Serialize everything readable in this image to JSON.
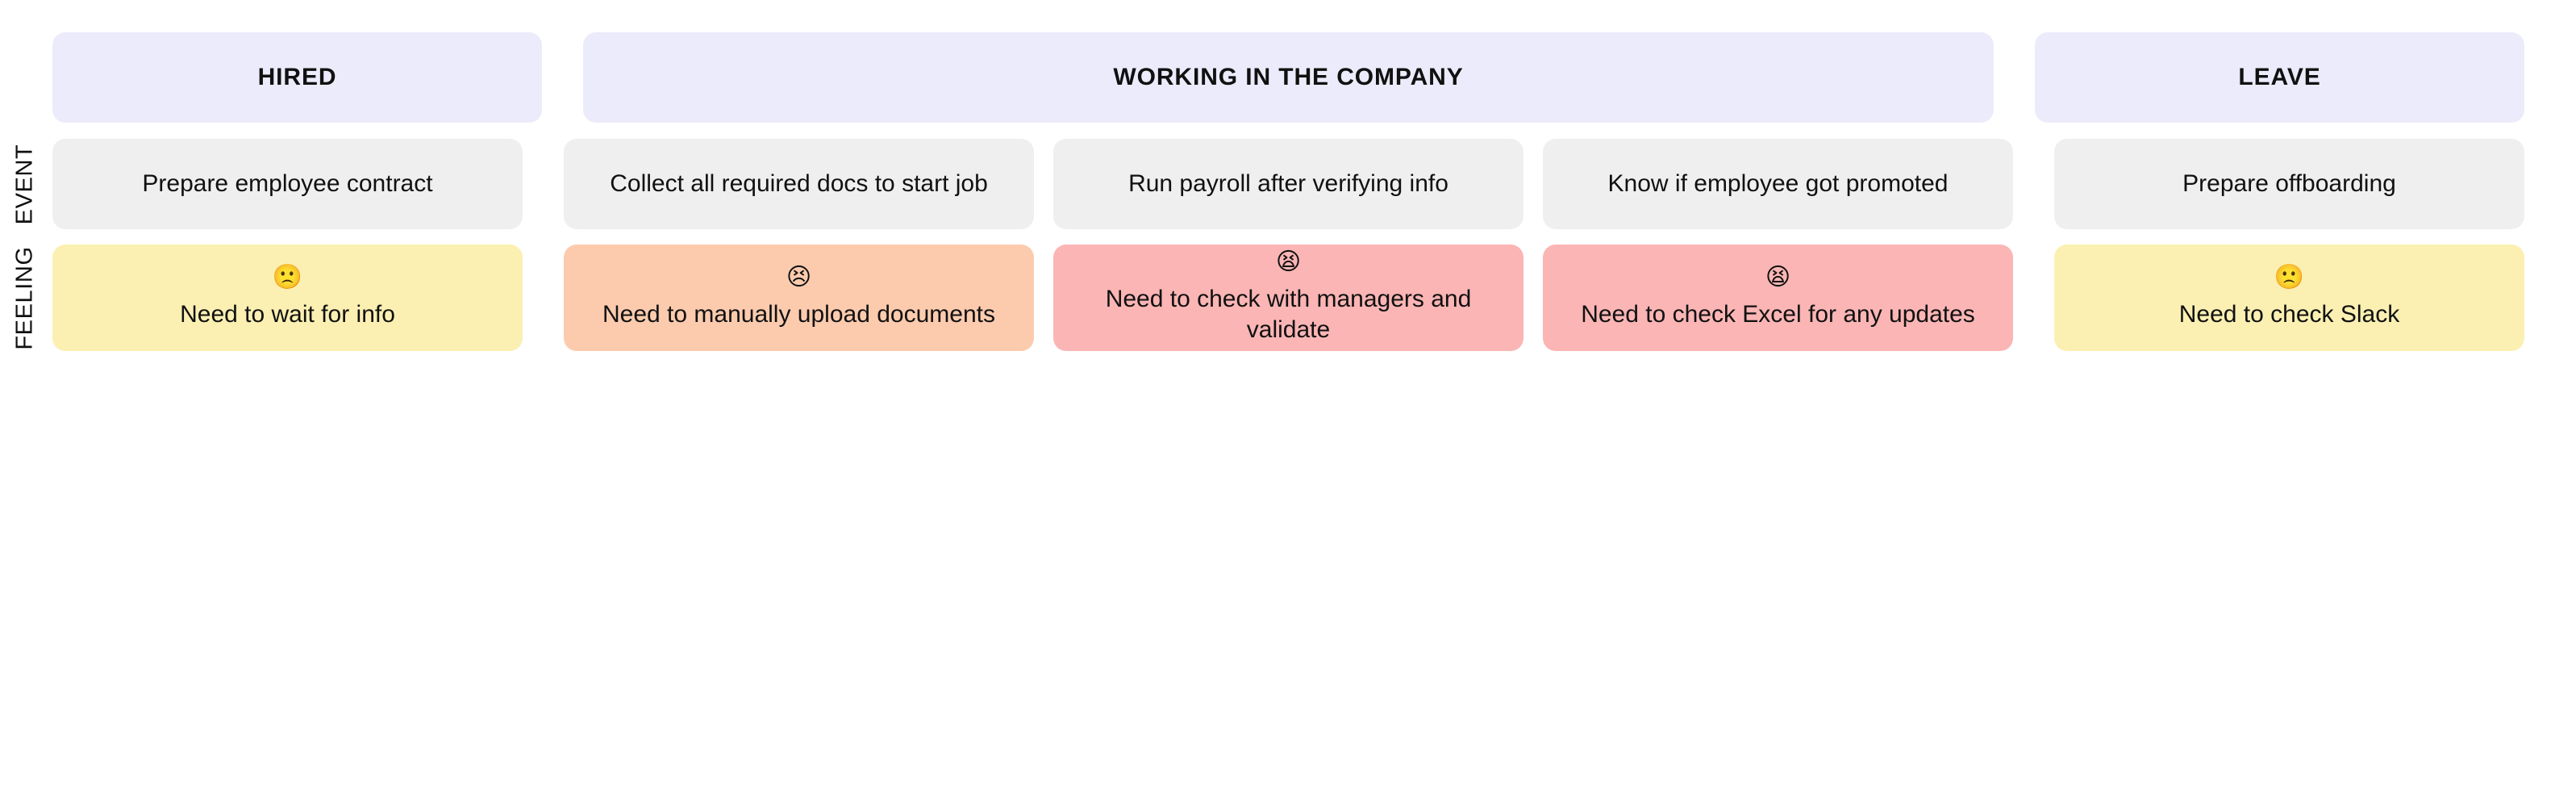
{
  "row_labels": {
    "event": "EVENT",
    "feeling": "FEELING"
  },
  "colors": {
    "background": "#ffffff",
    "phase_header": "#ecebfb",
    "event_card": "#efefef",
    "feeling_yellow": "#fbf0b2",
    "feeling_salmon": "#fccbae",
    "feeling_pink": "#fbb5b5",
    "text": "#111111"
  },
  "phases": [
    {
      "label": "HIRED",
      "span": 1
    },
    {
      "label": "WORKING IN THE COMPANY",
      "span": 3
    },
    {
      "label": "LEAVE",
      "span": 1
    }
  ],
  "columns": [
    {
      "phase": "HIRED",
      "event": "Prepare employee contract",
      "feeling": {
        "emoji": "🙁",
        "emoji_name": "slightly-frowning-face",
        "text": "Need to wait for info",
        "color": "#fbf0b2"
      }
    },
    {
      "phase": "WORKING IN THE COMPANY",
      "event": "Collect all required docs to start job",
      "feeling": {
        "emoji": "😣",
        "emoji_name": "persevering-face",
        "text": "Need to manually upload documents",
        "color": "#fccbae"
      }
    },
    {
      "phase": "WORKING IN THE COMPANY",
      "event": "Run payroll after verifying info",
      "feeling": {
        "emoji": "😫",
        "emoji_name": "tired-face",
        "text": "Need to check with managers and validate",
        "color": "#fbb5b5"
      }
    },
    {
      "phase": "WORKING IN THE COMPANY",
      "event": "Know if employee got promoted",
      "feeling": {
        "emoji": "😫",
        "emoji_name": "tired-face",
        "text": "Need to check Excel for any updates",
        "color": "#fbb5b5"
      }
    },
    {
      "phase": "LEAVE",
      "event": "Prepare offboarding",
      "feeling": {
        "emoji": "🙁",
        "emoji_name": "slightly-frowning-face",
        "text": "Need to check Slack",
        "color": "#fbf0b2"
      }
    }
  ]
}
